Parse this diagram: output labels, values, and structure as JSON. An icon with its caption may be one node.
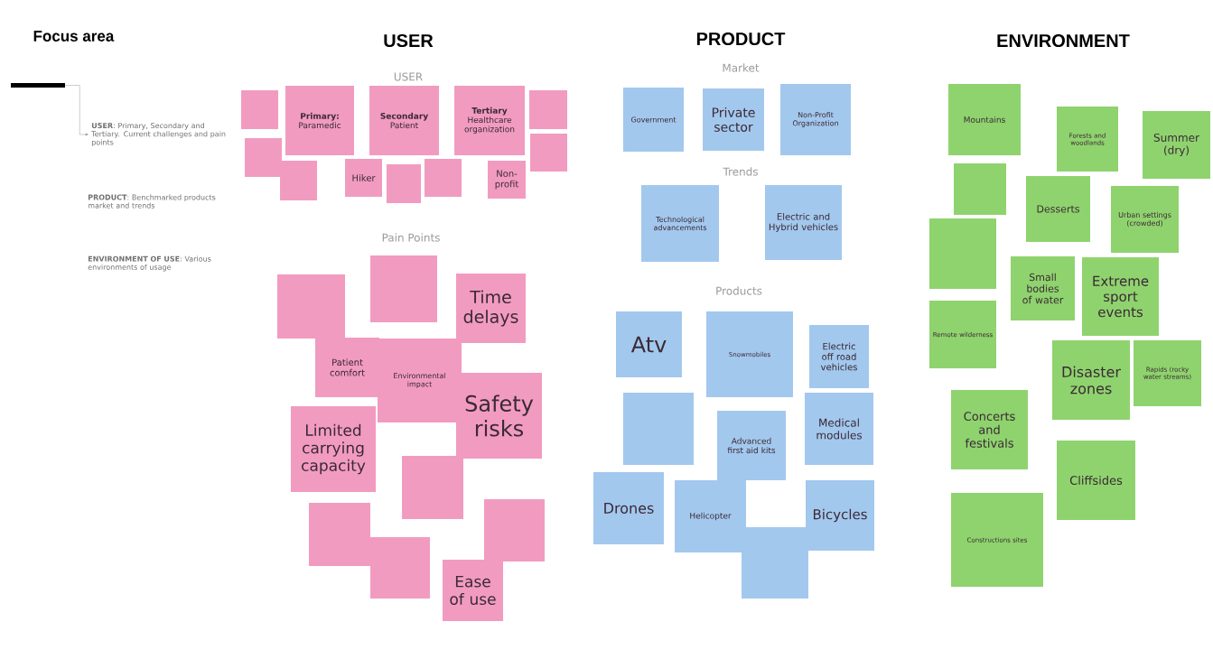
{
  "diagram": {
    "title": "Focus area",
    "nodes": [
      {
        "text": [],
        "shape": "bar"
      },
      {
        "text": [
          "**USER**: Primary, Secondary and Tertiary. Current challenges and pain points"
        ]
      },
      {
        "text": [
          "**PRODUCT**: Benchmarked products market and trends"
        ]
      },
      {
        "text": [
          "**ENVIRONMENT OF USE**: Various environments of usage"
        ]
      },
      {
        "text": [],
        "shape": "box"
      },
      {
        "text": [
          "**Primary:** Paramedic"
        ]
      },
      {
        "text": [
          "**Secondary** Patient"
        ]
      },
      {
        "text": [
          "**Tertiary** Healthcare organization"
        ]
      },
      {
        "text": [],
        "shape": "box"
      },
      {
        "text": [],
        "shape": "box"
      },
      {
        "text": [],
        "shape": "box"
      },
      {
        "text": [
          "Hiker"
        ]
      },
      {
        "text": [],
        "shape": "box"
      },
      {
        "text": [],
        "shape": "box"
      },
      {
        "text": [
          "Non-profit"
        ]
      },
      {
        "text": [],
        "shape": "box"
      },
      {
        "text": [],
        "shape": "box"
      },
      {
        "text": [],
        "shape": "box"
      },
      {
        "text": [
          "Time delays"
        ]
      },
      {
        "text": [
          "Patient comfort"
        ]
      },
      {
        "text": [
          "Environmental impact"
        ]
      },
      {
        "text": [
          "Safety risks"
        ]
      },
      {
        "text": [
          "Limited carrying capacity"
        ]
      },
      {
        "text": [],
        "shape": "box"
      },
      {
        "text": [],
        "shape": "box"
      },
      {
        "text": [],
        "shape": "box"
      },
      {
        "text": [],
        "shape": "box"
      },
      {
        "text": [
          "Ease of use"
        ]
      },
      {
        "text": [
          "Government"
        ]
      },
      {
        "text": [
          "Private sector"
        ]
      },
      {
        "text": [
          "Non-Profit Organization"
        ]
      },
      {
        "text": [
          "Technological advancements"
        ]
      },
      {
        "text": [
          "Electric and Hybrid vehicles"
        ]
      },
      {
        "text": [
          "Atv"
        ]
      },
      {
        "text": [
          "Snowmobiles"
        ]
      },
      {
        "text": [
          "Electric off road vehicles"
        ]
      },
      {
        "text": [],
        "shape": "box"
      },
      {
        "text": [
          "Advanced first aid kits"
        ]
      },
      {
        "text": [
          "Medical modules"
        ]
      },
      {
        "text": [
          "Drones"
        ]
      },
      {
        "text": [
          "Helicopter"
        ]
      },
      {
        "text": [
          "Bicycles"
        ]
      },
      {
        "text": [],
        "shape": "box"
      },
      {
        "text": [
          "Mountains"
        ]
      },
      {
        "text": [
          "Forests and woodlands"
        ]
      },
      {
        "text": [
          "Summer (dry)"
        ]
      },
      {
        "text": [],
        "shape": "box"
      },
      {
        "text": [
          "Desserts"
        ]
      },
      {
        "text": [
          "Urban settings (crowded)"
        ]
      },
      {
        "text": [],
        "shape": "box"
      },
      {
        "text": [
          "Small bodies of water"
        ]
      },
      {
        "text": [
          "Extreme sport events"
        ]
      },
      {
        "text": [
          "Remote wilderness"
        ]
      },
      {
        "text": [
          "Disaster zones"
        ]
      },
      {
        "text": [
          "Rapids (rocky water streams)"
        ]
      },
      {
        "text": [
          "Concerts and festivals"
        ]
      },
      {
        "text": [
          "Cliffsides"
        ]
      },
      {
        "text": [
          "Constructions sites"
        ]
      }
    ],
    "edges": [
      {
        "from": 0,
        "to": 1,
        "arrow": "to"
      }
    ],
    "labels": [
      "USER",
      "PRODUCT",
      "ENVIRONMENT",
      "USER",
      "Market",
      "Trends",
      "Pain Points",
      "Products"
    ]
  }
}
